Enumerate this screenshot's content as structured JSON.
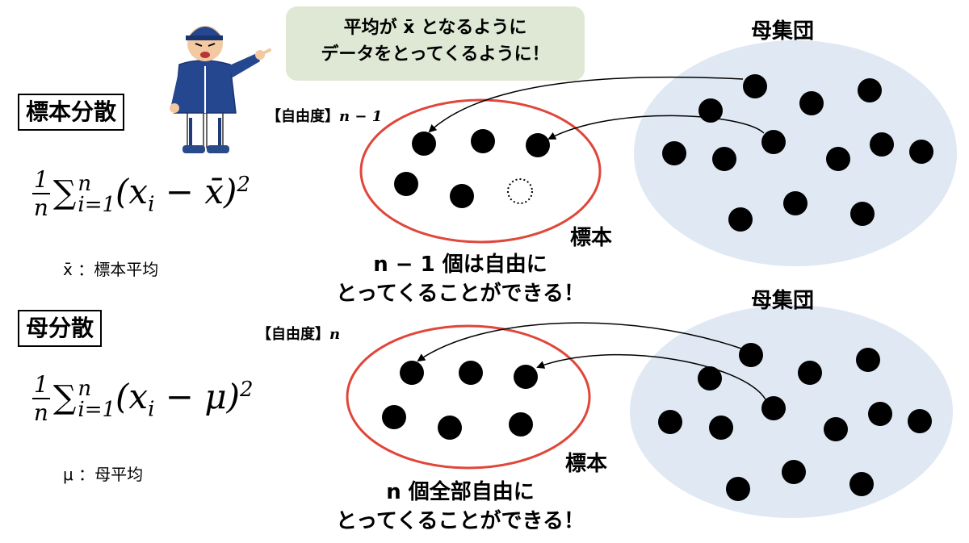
{
  "speech": {
    "line1": "平均が x̄ となるように",
    "line2": "データをとってくるように！"
  },
  "sample_variance": {
    "title": "標本分散",
    "formula": {
      "num": "1",
      "den": "n",
      "sum": "∑",
      "upper": "n",
      "lower": "i=1",
      "body": "(x",
      "sub": "i",
      "mid": " −  x̄)",
      "sup": "2"
    },
    "note": "x̄ ：標本平均",
    "dof_label": "【自由度】",
    "dof_value": "n − 1",
    "population_label": "母集団",
    "sample_label": "標本",
    "caption_line1": "n − 1 個は自由に",
    "caption_line2": "とってくることができる！"
  },
  "population_variance": {
    "title": "母分散",
    "formula": {
      "num": "1",
      "den": "n",
      "sum": "∑",
      "upper": "n",
      "lower": "i=1",
      "body": "(x",
      "sub": "i",
      "mid": " − μ)",
      "sup": "2"
    },
    "note": "μ ：母平均",
    "dof_label": "【自由度】",
    "dof_value": "n",
    "population_label": "母集団",
    "sample_label": "標本",
    "caption_line1": "n 個全部自由に",
    "caption_line2": "とってくることができる！"
  },
  "colors": {
    "population_fill": "#dfe8f3",
    "sample_outline": "#e0463a",
    "speech_bg": "#dfe8d4",
    "dot": "#000000"
  }
}
